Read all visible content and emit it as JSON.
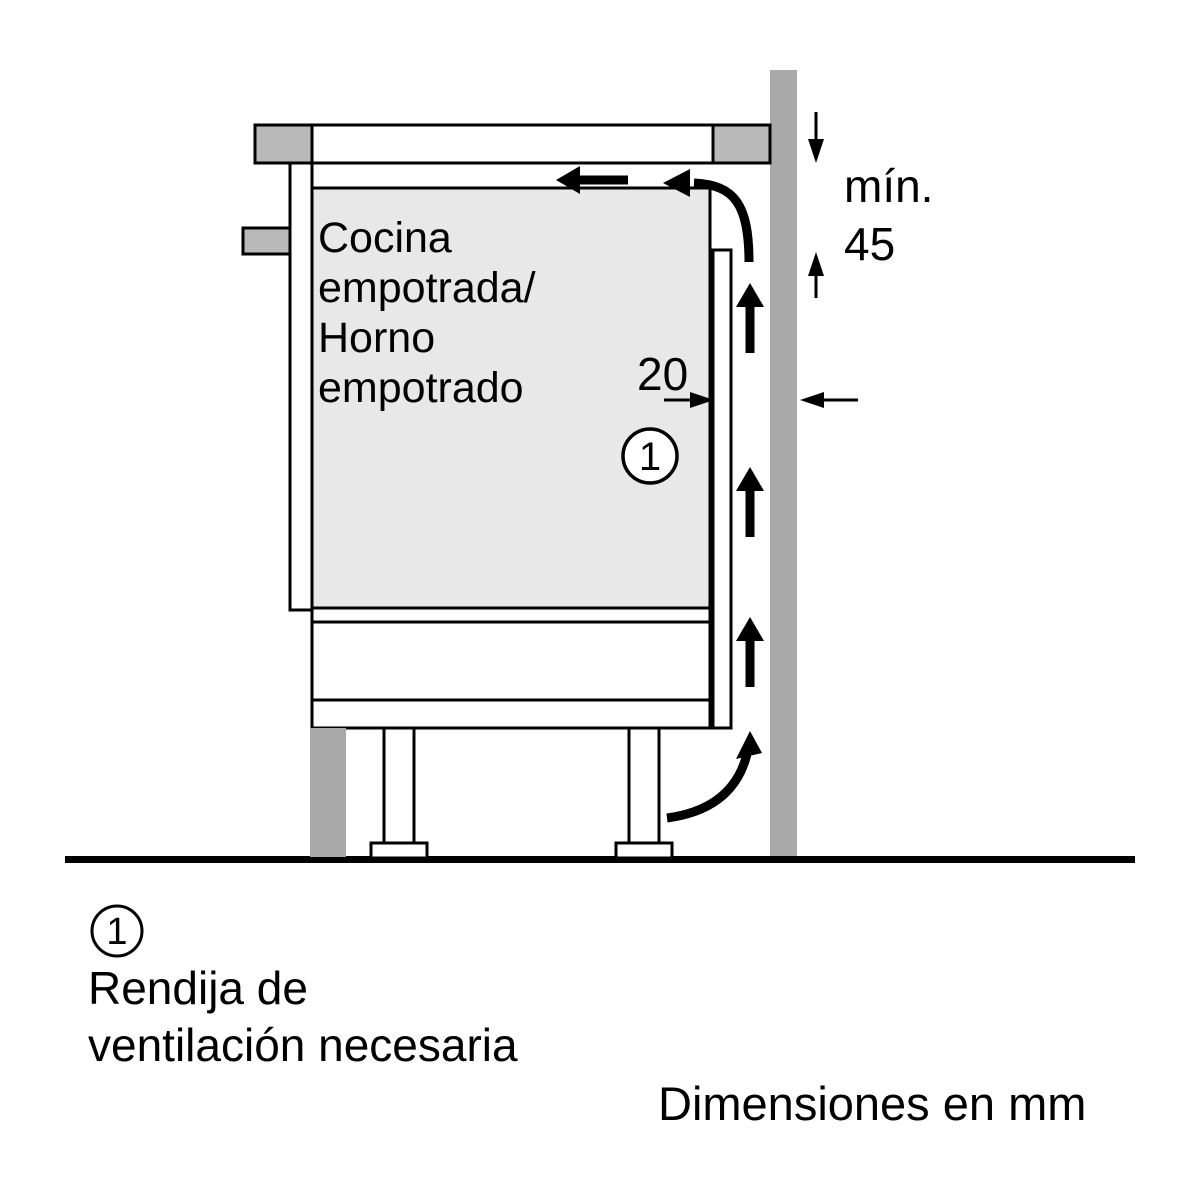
{
  "diagram": {
    "appliance_label": {
      "lines": [
        "Cocina",
        "empotrada/",
        "Horno",
        "empotrado"
      ]
    },
    "dimensions": {
      "min_label": "mín.",
      "min_value": "45",
      "gap_value": "20"
    },
    "callout": {
      "number": "1"
    }
  },
  "legend": {
    "number": "1",
    "lines": [
      "Rendija de",
      "ventilación necesaria"
    ]
  },
  "footer": {
    "units_note": "Dimensiones en mm"
  },
  "colors": {
    "wall": "#a9a9a9",
    "cabinet_fill": "#e8e8e8",
    "block_fill": "#b9b9b9",
    "plinth_fill": "#a9a9a9",
    "line": "#000000"
  }
}
